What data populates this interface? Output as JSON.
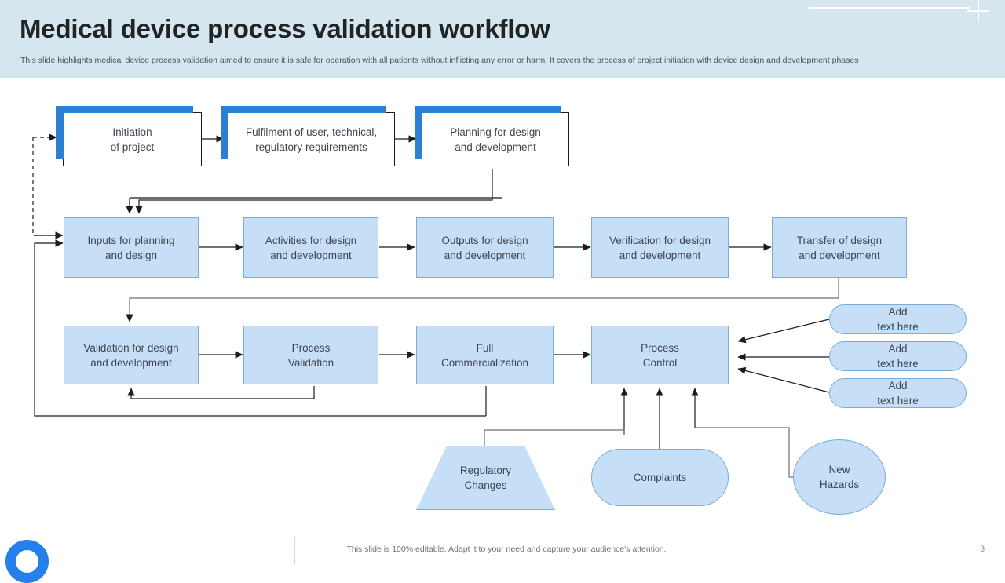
{
  "header": {
    "title": "Medical device process validation workflow",
    "subtitle": "This slide highlights medical device process validation aimed to ensure it is safe for operation with all patients without inflicting any error or harm. It covers the process of project initiation with device design and development phases",
    "accent_color": "#2d7fd4",
    "band_color": "#d5e6ef"
  },
  "flow": {
    "row1": [
      {
        "label": "Initiation\nof project",
        "line1": "Initiation",
        "line2": "of project"
      },
      {
        "label": "Fulfilment of user, technical, regulatory requirements",
        "line1": "Fulfilment  of user, technical,",
        "line2": "regulatory  requirements"
      },
      {
        "label": "Planning for design and development",
        "line1": "Planning for design",
        "line2": "and development"
      }
    ],
    "row2": [
      {
        "line1": "Inputs  for planning",
        "line2": "and design"
      },
      {
        "line1": "Activities for design",
        "line2": "and development"
      },
      {
        "line1": "Outputs  for design",
        "line2": "and development"
      },
      {
        "line1": "Verification for design",
        "line2": "and development"
      },
      {
        "line1": "Transfer  of design",
        "line2": "and development"
      }
    ],
    "row3": [
      {
        "line1": "Validation for design",
        "line2": "and development"
      },
      {
        "line1": "Process",
        "line2": "Validation"
      },
      {
        "line1": "Full",
        "line2": "Commercialization"
      },
      {
        "line1": "Process",
        "line2": "Control"
      }
    ],
    "pills": [
      {
        "line1": "Add",
        "line2": "text here"
      },
      {
        "line1": "Add",
        "line2": "text here"
      },
      {
        "line1": "Add",
        "line2": "text here"
      }
    ],
    "inputs": [
      {
        "shape": "trapezoid",
        "line1": "Regulatory",
        "line2": "Changes"
      },
      {
        "shape": "round-rect",
        "line1": "Complaints",
        "line2": ""
      },
      {
        "shape": "ellipse",
        "line1": "New",
        "line2": "Hazards"
      }
    ],
    "node_fill": "#c6dff7",
    "node_border": "#7badd6"
  },
  "footer": {
    "note": "This slide is 100% editable. Adapt it to your need and capture your audience's attention.",
    "page_number": "3",
    "logo_color": "#2680eb"
  }
}
